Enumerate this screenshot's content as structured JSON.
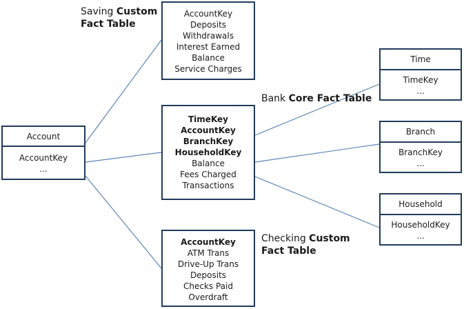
{
  "saving": {
    "caption_prefix": "Saving ",
    "caption_bold_1": "Custom",
    "caption_bold_2": "Fact Table",
    "fields": [
      "AccountKey",
      "Deposits",
      "Withdrawals",
      "Interest Earned",
      "Balance",
      "Service Charges"
    ]
  },
  "core": {
    "caption_prefix": "Bank ",
    "caption_bold": "Core Fact Table",
    "key_fields": [
      "TimeKey",
      "AccountKey",
      "BranchKey",
      "HouseholdKey"
    ],
    "fields": [
      "Balance",
      "Fees Charged",
      "Transactions"
    ]
  },
  "checking": {
    "caption_prefix": "Checking ",
    "caption_bold_1": "Custom",
    "caption_bold_2": "Fact Table",
    "key_fields": [
      "AccountKey"
    ],
    "fields": [
      "ATM Trans",
      "Drive-Up Trans",
      "Deposits",
      "Checks Paid",
      "Overdraft"
    ]
  },
  "account": {
    "title": "Account",
    "fields": [
      "AccountKey",
      "..."
    ]
  },
  "time": {
    "title": "Time",
    "fields": [
      "TimeKey",
      "..."
    ]
  },
  "branch": {
    "title": "Branch",
    "fields": [
      "BranchKey",
      "..."
    ]
  },
  "household": {
    "title": "Household",
    "fields": [
      "HouseholdKey",
      "..."
    ]
  },
  "colors": {
    "border": "#1f3a5a",
    "connector": "#5a86b8"
  }
}
